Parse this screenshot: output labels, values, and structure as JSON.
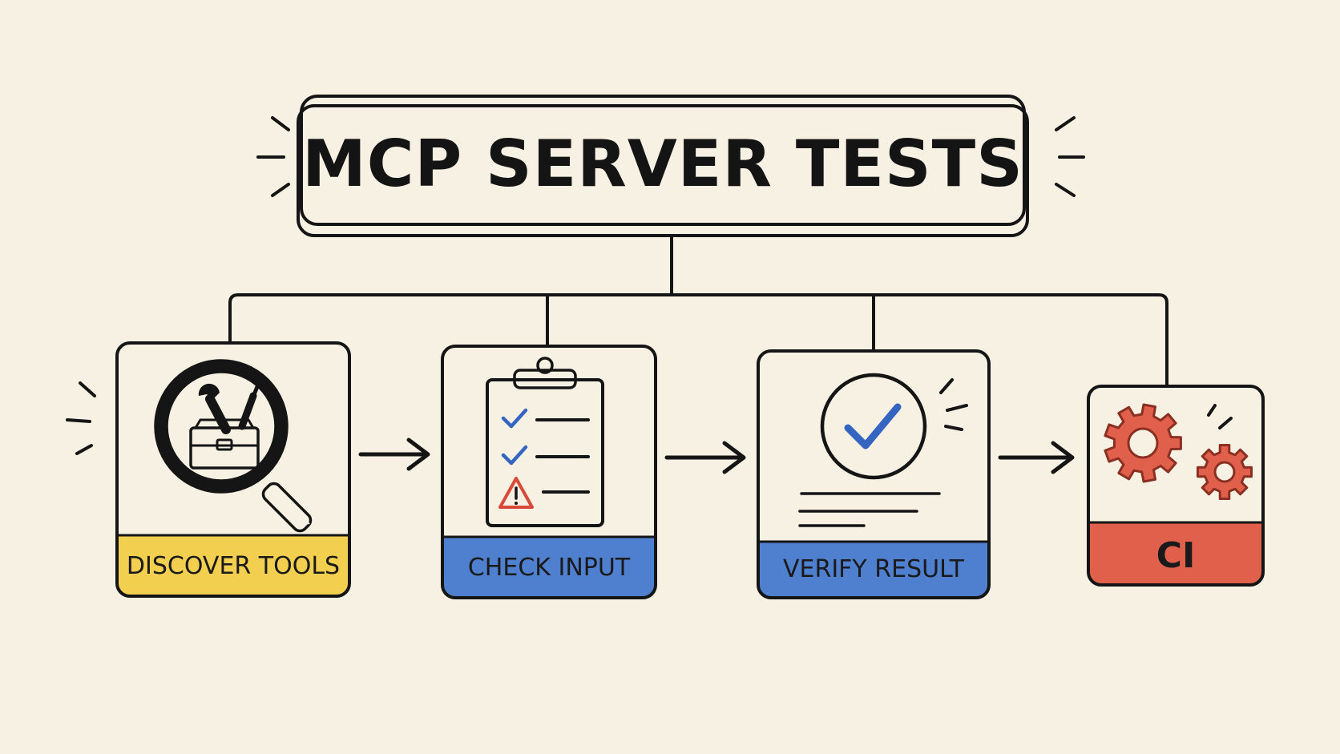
{
  "title": "MCP SERVER TESTS",
  "steps": [
    {
      "label": "DISCOVER TOOLS",
      "color": "#f2cf4e",
      "icon": "magnifier-toolbox-icon"
    },
    {
      "label": "CHECK INPUT",
      "color": "#4f7fcf",
      "icon": "clipboard-checklist-icon"
    },
    {
      "label": "VERIFY RESULT",
      "color": "#4f7fcf",
      "icon": "checkmark-circle-icon"
    },
    {
      "label": "CI",
      "color": "#e0604c",
      "icon": "gears-icon"
    }
  ],
  "colors": {
    "background": "#f6f1e3",
    "ink": "#151515",
    "yellow": "#f2cf4e",
    "blue": "#4f7fcf",
    "red": "#e0604c"
  }
}
